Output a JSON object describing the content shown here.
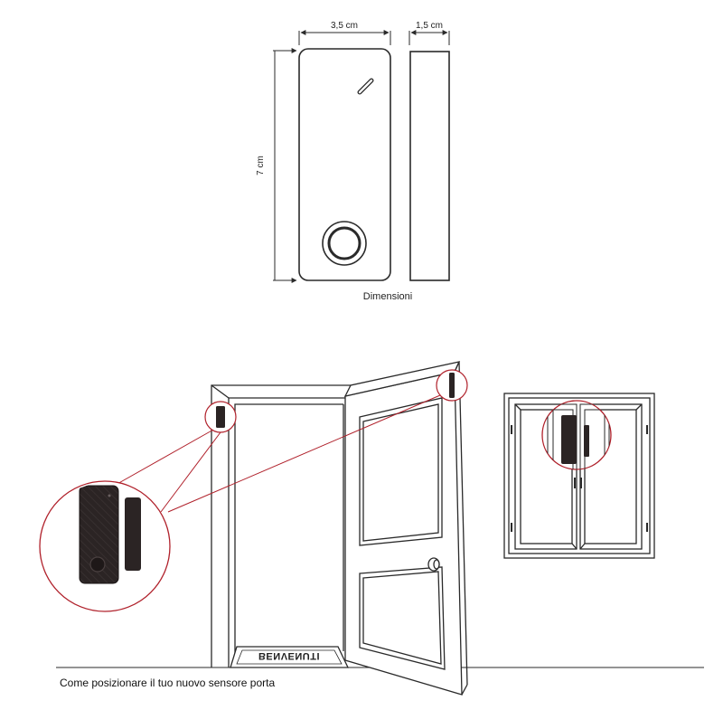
{
  "dimensions": {
    "width_label": "3,5 cm",
    "depth_label": "1,5 cm",
    "height_label": "7 cm",
    "caption": "Dimensioni"
  },
  "installation": {
    "doormat_text": "BENVENUTI",
    "caption": "Come posizionare il tuo nuovo sensore porta"
  },
  "colors": {
    "line": "#2a2a2a",
    "callout": "#b0212b",
    "sensor_body": "#2b2424"
  }
}
